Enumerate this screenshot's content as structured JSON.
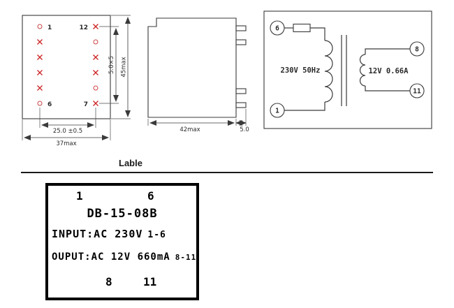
{
  "bottom_view": {
    "pin_labels": {
      "top_left": "1",
      "top_right": "12",
      "bottom_left": "6",
      "bottom_right": "7"
    },
    "pin_marks": {
      "left": [
        "circle",
        "x",
        "x",
        "x",
        "x",
        "circle"
      ],
      "right": [
        "x",
        "circle",
        "x",
        "x",
        "circle",
        "x"
      ]
    },
    "dims": {
      "pin_span_width": "25.0 ±0.5",
      "total_width": "37max",
      "pin_pitch": "5.0×5",
      "total_height": "45max"
    }
  },
  "side_view": {
    "dims": {
      "body_width": "42max",
      "pin_length": "5.0"
    }
  },
  "schematic": {
    "pins": {
      "primary_top": "6",
      "primary_bottom": "1",
      "secondary_top": "8",
      "secondary_bottom": "11"
    },
    "primary_label": "230V 50Hz",
    "secondary_label": "12V 0.66A"
  },
  "label_section": {
    "title": "Lable",
    "box": {
      "top_left_pin": "1",
      "top_right_pin": "6",
      "model": "DB-15-08B",
      "input_main": "INPUT:AC 230V",
      "input_pins": "1-6",
      "output_main": "OUPUT:AC 12V 660mA",
      "output_pins": "8-11",
      "bottom_left_pin": "8",
      "bottom_right_pin": "11"
    }
  },
  "colors": {
    "pin_mark": "#cc2222",
    "line": "#3a3a3a"
  }
}
